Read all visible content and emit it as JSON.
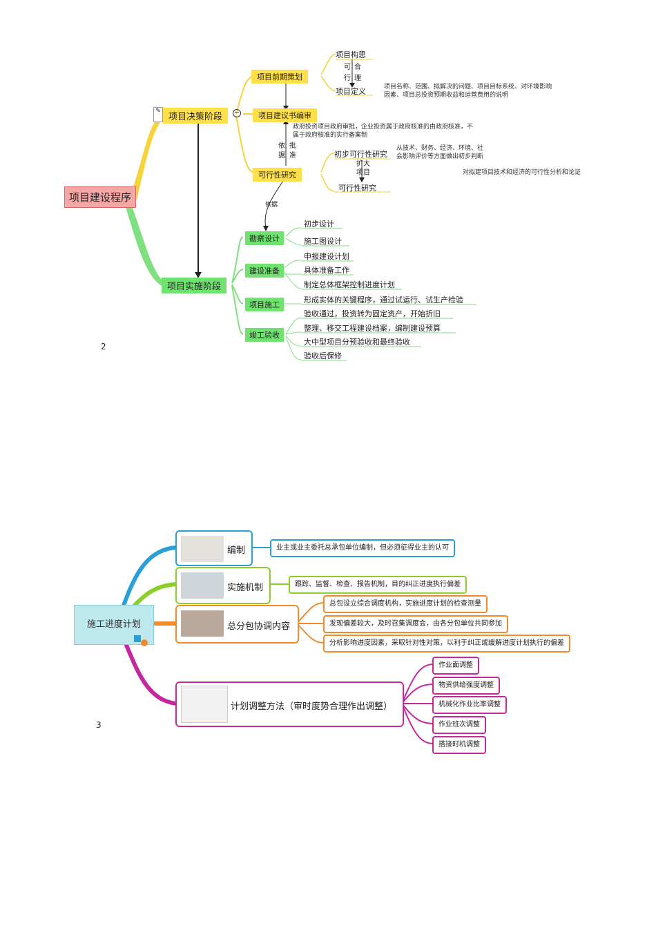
{
  "diagram1": {
    "root": "项目建设程序",
    "decision_stage": "项目决策阶段",
    "implementation_stage": "项目实施阶段",
    "pre_planning": "项目前期策划",
    "concept": "项目构思",
    "reasonable": [
      "可",
      "合",
      "行",
      "理"
    ],
    "definition": "项目定义",
    "definition_note": [
      "项目名称、范围、拟解决的问题、项目目标系统、对环境影响",
      "因素、项目总投资预期收益和运营费用的说明"
    ],
    "proposal": "项目建议书编审",
    "proposal_note": [
      "政府投资项目政府审批，企业投资属于政府核准的由政府核准，不",
      "属于政府核准的实行备案制"
    ],
    "basis_approve": [
      "依",
      "批",
      "据",
      "准"
    ],
    "prelim_feasibility": "初步可行性研究",
    "prelim_note": [
      "从技术、财务、经济、环境、社",
      "会影响评价等方面做出初步判断"
    ],
    "expand_project": [
      "扩大",
      "项目"
    ],
    "feasibility_study": "可行性研究",
    "feasibility_branch": "可行性研究",
    "feasibility_note": "对拟建项目技术和经济的可行性分析和论证",
    "basis": "依据",
    "survey_design": "勘察设计",
    "prelim_design": "初步设计",
    "construction_drawing": "施工图设计",
    "construction_prep": "建设准备",
    "prep_items": [
      "申报建设计划",
      "具体准备工作",
      "制定总体框架控制进度计划"
    ],
    "construction": "项目施工",
    "construction_item": "形成实体的关键程序，通过试运行、试生产检验",
    "acceptance": "竣工验收",
    "acceptance_items": [
      "验收通过，投资转为固定资产，开始折旧",
      "整理、移交工程建设档案，编制建设预算",
      "大中型项目分预验收和最终验收",
      "验收后保修"
    ],
    "page_number": "2"
  },
  "diagram2": {
    "root": "施工进度计划",
    "branches": {
      "compile": "编制",
      "mechanism": "实施机制",
      "coordination": "总分包协调内容",
      "adjustment": "计划调整方法（审时度势合理作出调整）"
    },
    "compile_note": "业主或业主委托总承包单位编制，但必须征得业主的认可",
    "mechanism_note": "跟踪、监督、检查、报告机制，目的纠正进度执行偏差",
    "coordination_notes": [
      "总包设立综合调度机构，实施进度计划的检查测量",
      "发现偏差较大，及时召集调度会，由各分包单位共同参加",
      "分析影响进度因素，采取针对性对策，以利于纠正或缓解进度计划执行的偏差"
    ],
    "adjustment_notes": [
      "作业面调整",
      "物资供给强度调整",
      "机械化作业比率调整",
      "作业班次调整",
      "搭接时机调整"
    ],
    "page_number": "3",
    "colors": {
      "blue": "#2a9fd6",
      "green": "#8bcf2b",
      "orange": "#f08a2a",
      "magenta": "#c7279e",
      "root_bg": "#bde8ee"
    }
  }
}
